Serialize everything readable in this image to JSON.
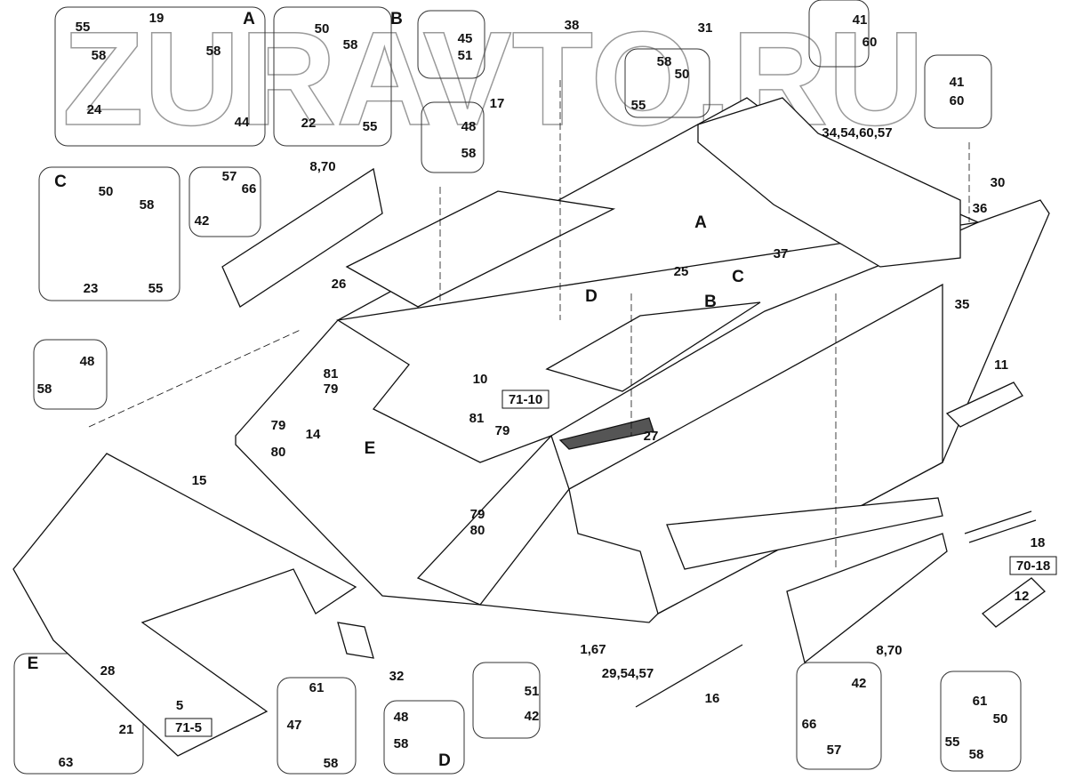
{
  "watermark": "ZURAVTO.RU",
  "labels": [
    "55",
    "19",
    "A",
    "58",
    "58",
    "24",
    "44",
    "50",
    "B",
    "58",
    "22",
    "55",
    "45",
    "51",
    "38",
    "17",
    "48",
    "58",
    "31",
    "41",
    "60",
    "58",
    "50",
    "55",
    "41",
    "60",
    "34,54,60,57",
    "30",
    "36",
    "37",
    "35",
    "A",
    "C",
    "25",
    "B",
    "D",
    "C",
    "50",
    "58",
    "23",
    "55",
    "57",
    "66",
    "42",
    "8,70",
    "26",
    "48",
    "58",
    "81",
    "79",
    "79",
    "80",
    "14",
    "15",
    "E",
    "81",
    "79",
    "79",
    "80",
    "10",
    "27",
    "11",
    "18",
    "12",
    "8,70",
    "1,67",
    "E",
    "28",
    "21",
    "63",
    "5",
    "32",
    "61",
    "47",
    "58",
    "48",
    "58",
    "D",
    "51",
    "42",
    "29,54,57",
    "16",
    "42",
    "66",
    "57",
    "61",
    "55",
    "58",
    "50"
  ],
  "references": [
    "71-10",
    "70-18",
    "71-5"
  ]
}
